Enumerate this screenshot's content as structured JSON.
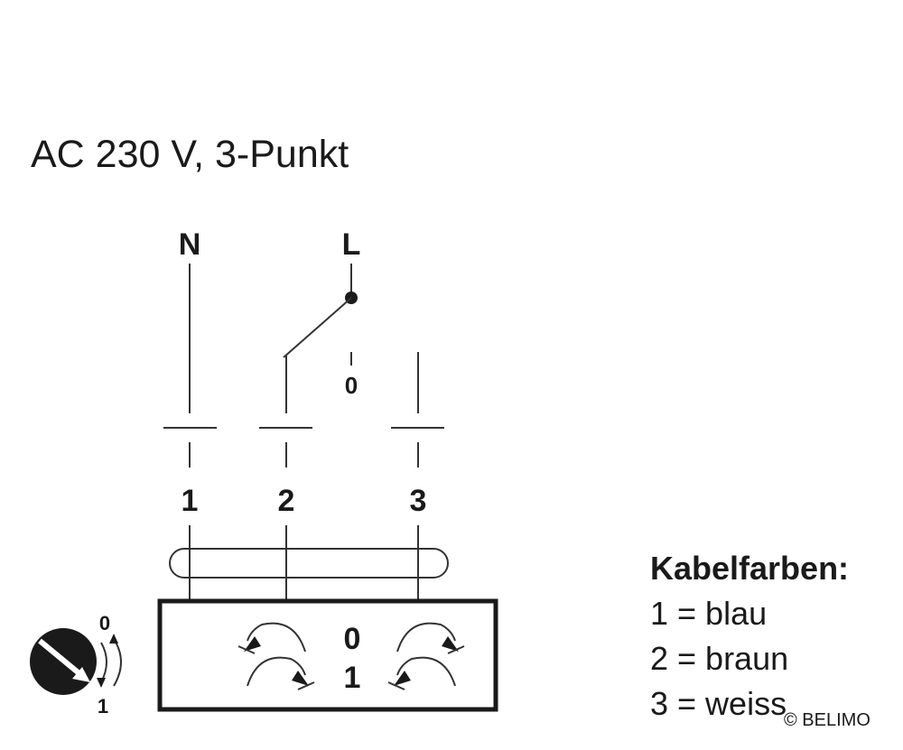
{
  "title": "AC 230 V, 3-Punkt",
  "supply": {
    "neutral_label": "N",
    "line_label": "L",
    "switch_open_label": "0"
  },
  "terminals": [
    "1",
    "2",
    "3"
  ],
  "actuator": {
    "mode_top": "0",
    "mode_bottom": "1"
  },
  "direction_switch": {
    "pos_top": "0",
    "pos_bottom": "1"
  },
  "legend": {
    "heading": "Kabelfarben:",
    "items": [
      "1 = blau",
      "2 = braun",
      "3 = weiss"
    ]
  },
  "copyright": "© BELIMO"
}
